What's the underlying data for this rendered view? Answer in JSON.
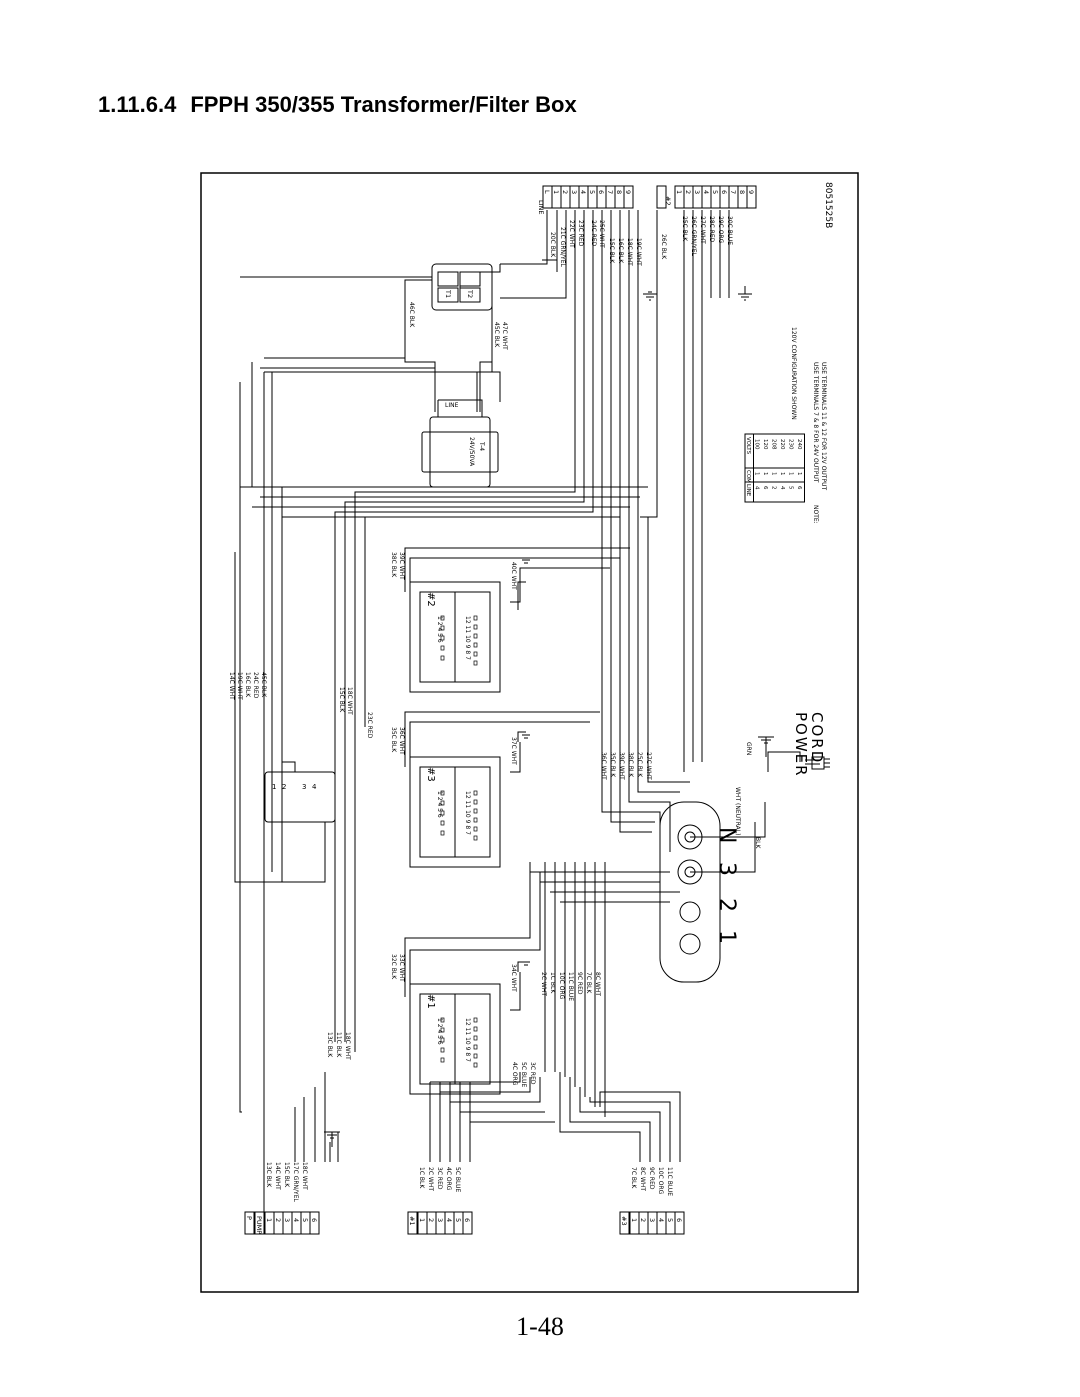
{
  "page": {
    "section_number": "1.11.6.4",
    "section_title": "FPPH 350/355 Transformer/Filter Box",
    "page_number": "1-48"
  },
  "diagram": {
    "drawing_number": "8051525B",
    "line_block": {
      "label": "LINE",
      "terminals": [
        "L",
        "1",
        "2",
        "3",
        "4",
        "5",
        "6",
        "7",
        "8",
        "9"
      ]
    },
    "block2": {
      "label": "#2",
      "terminals": [
        "1",
        "2",
        "3",
        "4",
        "5",
        "6",
        "7",
        "8",
        "9"
      ]
    },
    "line_wires": [
      "20C BLK",
      "21C GRN/YEL",
      "22C WHT",
      "23C RED",
      "24C RED",
      "25C WHT",
      "15C BLK",
      "16C BLK",
      "18C WHT",
      "19C WHT"
    ],
    "block2_wires": [
      "26C BLK",
      "25C BLK",
      "26C GRN/YEL",
      "27C WHT",
      "28C RED",
      "29C ORG",
      "30C BLUE"
    ],
    "filter_labels": [
      "T1",
      "T2"
    ],
    "filter_wires": [
      "46C BLK",
      "45C BLK",
      "47C WHT"
    ],
    "transformer": {
      "top_label": "LINE",
      "rating": "24V/50VA",
      "name": "T-4"
    },
    "voltage_table": {
      "headers": [
        "VOLTS",
        "COM",
        "LINE"
      ],
      "rows": [
        [
          "100",
          "1",
          "4"
        ],
        [
          "120",
          "1",
          "6"
        ],
        [
          "208",
          "1",
          "2"
        ],
        [
          "220",
          "1",
          "4"
        ],
        [
          "230",
          "1",
          "5"
        ],
        [
          "240",
          "1",
          "6"
        ]
      ]
    },
    "config_note": "120V CONFIGURATION SHOWN",
    "note": {
      "label": "NOTE:",
      "line1": "USE TERMINALS 7 & 8 FOR 24V OUTPUT",
      "line2": "USE TERMINALS 11 & 12 FOR 12V OUTPUT"
    },
    "left_wires": [
      "14C WHT",
      "19C WHT",
      "16C BLK",
      "24C RED",
      "45C BLK"
    ],
    "left_mid_wires": [
      "15C BLK",
      "18C WHT",
      "23C RED"
    ],
    "pump_relay_pins": [
      "1",
      "2",
      "3",
      "4"
    ],
    "sub_transformers": [
      {
        "label": "#2",
        "wires_top": [
          "38C BLK",
          "39C WHT"
        ],
        "wire_out": "40C WHT",
        "pins_a": "1 2 4 5 6",
        "pins_b": "12 11 10 9 8 7"
      },
      {
        "label": "#3",
        "wires_top": [
          "35C BLK",
          "36C WHT"
        ],
        "wire_out": "37C WHT",
        "pins_a": "1 2 4 5 6",
        "pins_b": "12 11 10 9 8 7"
      },
      {
        "label": "#1",
        "wires_top": [
          "32C BLK",
          "33C WHT"
        ],
        "wire_out": "34C WHT",
        "pins_a": "1 2 4 5 6",
        "pins_b": "12 11 10 9 8 7"
      }
    ],
    "mid_wires_3": [
      "36C WHT",
      "35C BLK",
      "39C WHT",
      "38C BLK",
      "25C BLK",
      "27C WHT"
    ],
    "mid_wires_1": [
      "2C WHT",
      "1C BLK",
      "10C ORG",
      "11C BLUE",
      "9C RED",
      "7C BLK",
      "8C WHT"
    ],
    "bottom_wires_1": [
      "4C ORG",
      "5C BLUE",
      "3C RED"
    ],
    "bottom_left_wires": [
      "13C BLK",
      "11C BLK",
      "18C WHT"
    ],
    "power_cord": {
      "label_1": "POWER",
      "label_2": "CORD",
      "grn": "GRN",
      "wht": "WHT (NEUTRAL)",
      "blk": "BLK",
      "terminal_labels": [
        "1",
        "2",
        "3",
        "N"
      ]
    },
    "pump_block": {
      "label": "PUMP",
      "terminals": [
        "P",
        "1",
        "2",
        "3",
        "4",
        "5",
        "6"
      ],
      "wires": [
        "13C BLK",
        "14C WHT",
        "15C BLK",
        "17C GRN/YEL",
        "18C WHT"
      ]
    },
    "block1": {
      "label": "#1",
      "terminals": [
        "1",
        "2",
        "3",
        "4",
        "5",
        "6"
      ],
      "wires": [
        "1C BLK",
        "2C WHT",
        "3C RED",
        "4C ORG",
        "5C BLUE"
      ]
    },
    "block3": {
      "label": "#3",
      "terminals": [
        "1",
        "2",
        "3",
        "4",
        "5",
        "6"
      ],
      "wires": [
        "7C BLK",
        "8C WHT",
        "9C RED",
        "10C ORG",
        "11C BLUE"
      ]
    }
  }
}
